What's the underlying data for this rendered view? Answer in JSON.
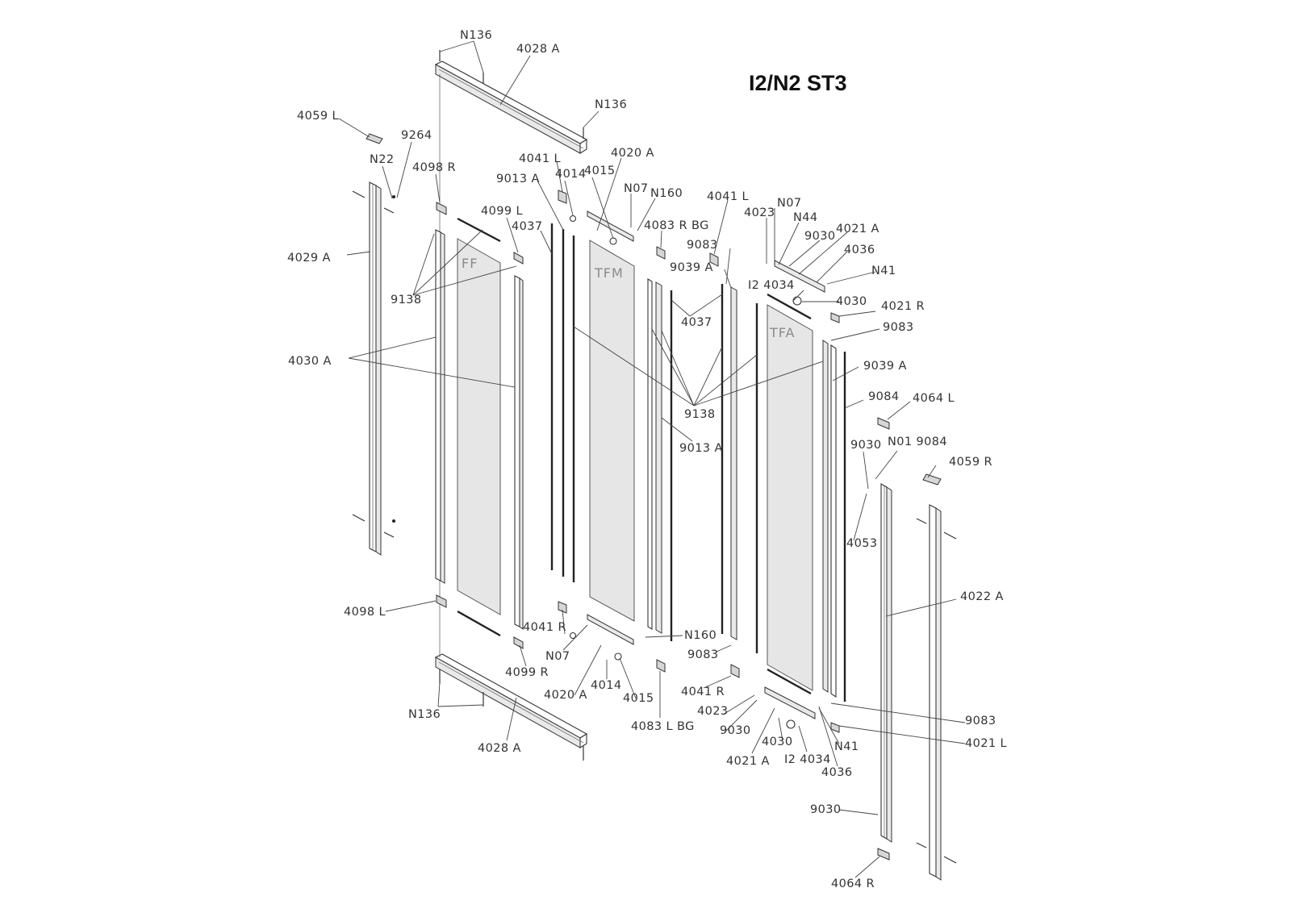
{
  "title": "I2/N2 ST3",
  "panels": {
    "ff": "FF",
    "tfm": "TFM",
    "tfa": "TFA"
  },
  "labels": {
    "n136_top": "N136",
    "a4028_top": "4028 A",
    "n136_mid": "N136",
    "l4059": "4059 L",
    "p9264": "9264",
    "n22": "N22",
    "r4098": "4098 R",
    "l4041_a": "4041 L",
    "a4020_top": "4020 A",
    "a9013_top": "9013 A",
    "p4014_top": "4014",
    "p4015_top": "4015",
    "n07_a": "N07",
    "n160_top": "N160",
    "l4099": "4099 L",
    "p4037_a": "4037",
    "rbg4083": "4083 R BG",
    "l4041_b": "4041 L",
    "n07_b": "N07",
    "p4023_top": "4023",
    "n44": "N44",
    "a4021_top": "4021 A",
    "p9030_top": "9030",
    "p4036_top": "4036",
    "p9083_a": "9083",
    "a4029": "4029 A",
    "a9039_a": "9039 A",
    "n41_top": "N41",
    "i2_4034_top": "I2 4034",
    "p4030_top": "4030",
    "p9138_a": "9138",
    "p4037_b": "4037",
    "r4021": "4021 R",
    "p9083_b": "9083",
    "a4030": "4030 A",
    "a9039_b": "9039 A",
    "p9138_b": "9138",
    "p9084_a": "9084",
    "l4064": "4064 L",
    "a9013_mid": "9013 A",
    "p9030_mid": "9030",
    "n01_9084": "N01 9084",
    "r4059": "4059 R",
    "p4053": "4053",
    "a4022": "4022 A",
    "l4098": "4098 L",
    "r4041_a": "4041 R",
    "n160_bot": "N160",
    "n07_c": "N07",
    "p9083_c": "9083",
    "r4099": "4099 R",
    "p4014_bot": "4014",
    "r4041_b": "4041 R",
    "a4020_bot": "4020 A",
    "p4015_bot": "4015",
    "p4023_bot": "4023",
    "n136_bot": "N136",
    "p9030_bot": "9030",
    "p9083_d": "9083",
    "lbg4083": "4083 L BG",
    "p4030_bot": "4030",
    "n41_bot": "N41",
    "l4021": "4021 L",
    "a4028_bot": "4028 A",
    "a4021_bot": "4021 A",
    "i2_4034_bot": "I2 4034",
    "p4036_bot": "4036",
    "p9030_low": "9030",
    "r4064": "4064 R"
  }
}
